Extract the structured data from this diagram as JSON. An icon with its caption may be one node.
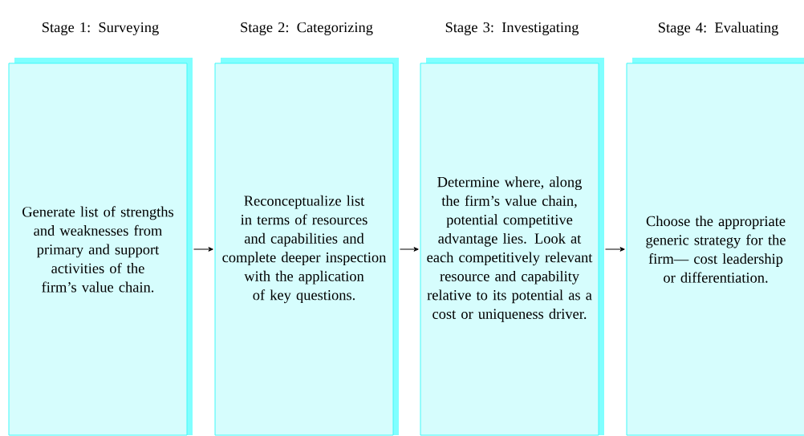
{
  "diagram": {
    "nodes": [
      {
        "text": [
          "Stage 1: Surveying",
          "Generate list of strengths and weaknesses from primary and support activities of the firm’s value chain."
        ]
      },
      {
        "text": [
          "Stage 2: Categorizing",
          "Reconceptualize list in terms of resources and capabilities and complete deeper inspection with the application of key questions."
        ]
      },
      {
        "text": [
          "Stage 3: Investigating",
          "Determine where, along the firm’s value chain, potential competitive advantage lies. Look at each competitively relevant resource and capability relative to its potential as a cost or uniqueness driver."
        ]
      },
      {
        "text": [
          "Stage 4: Evaluating",
          "Choose the appropriate generic strategy for the firm— cost leadership or differentiation."
        ]
      }
    ],
    "edges": [
      {
        "from": 0,
        "to": 1,
        "arrow": "to"
      },
      {
        "from": 1,
        "to": 2,
        "arrow": "to"
      },
      {
        "from": 2,
        "to": 3,
        "arrow": "to"
      }
    ]
  }
}
